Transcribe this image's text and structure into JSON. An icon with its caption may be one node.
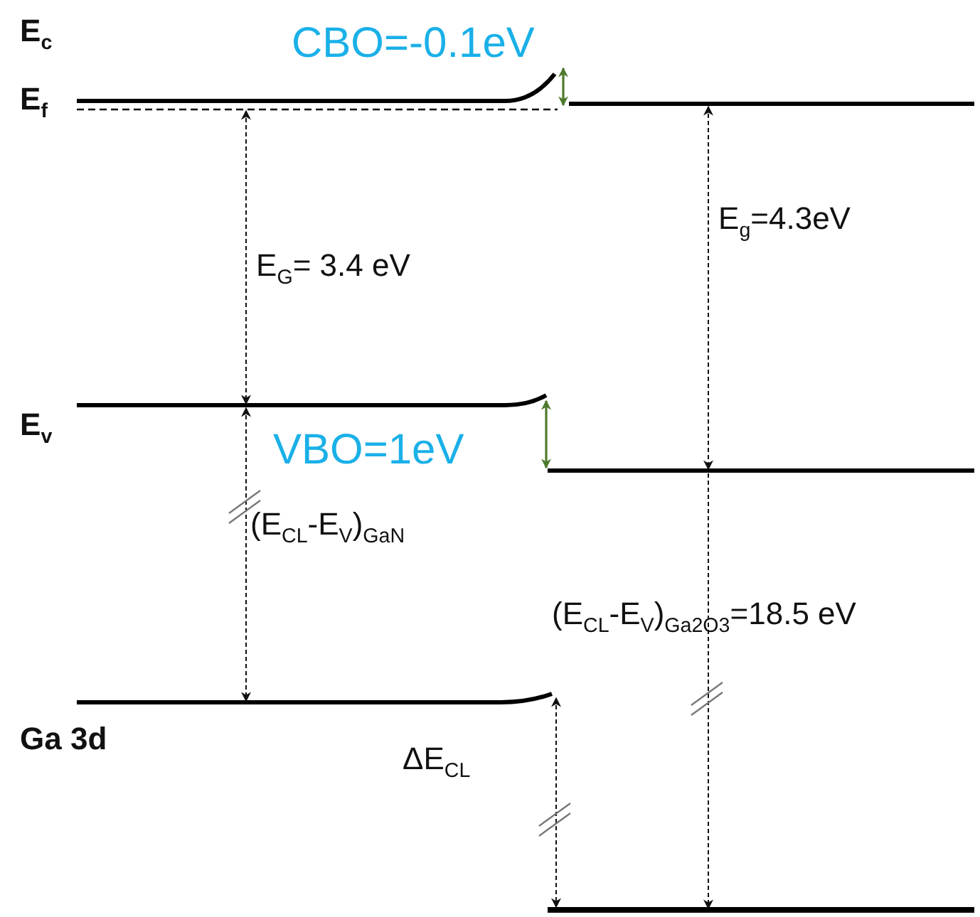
{
  "diagram": {
    "labels": [
      "E$_{c}$",
      "CBO=-0.1eV",
      "E$_{f}$",
      "E$_{g}$=4.3eV",
      "E$_{G}$= 3.4 eV",
      "E$_{v}$",
      "VBO=1eV",
      "(E$_{CL}$-E$_{V}$)$_{GaN}$",
      "(E$_{CL}$-E$_{V}$)$_{Ga2O3}$=18.5 eV",
      "Ga 3d",
      "ΔE$_{CL}$"
    ]
  }
}
